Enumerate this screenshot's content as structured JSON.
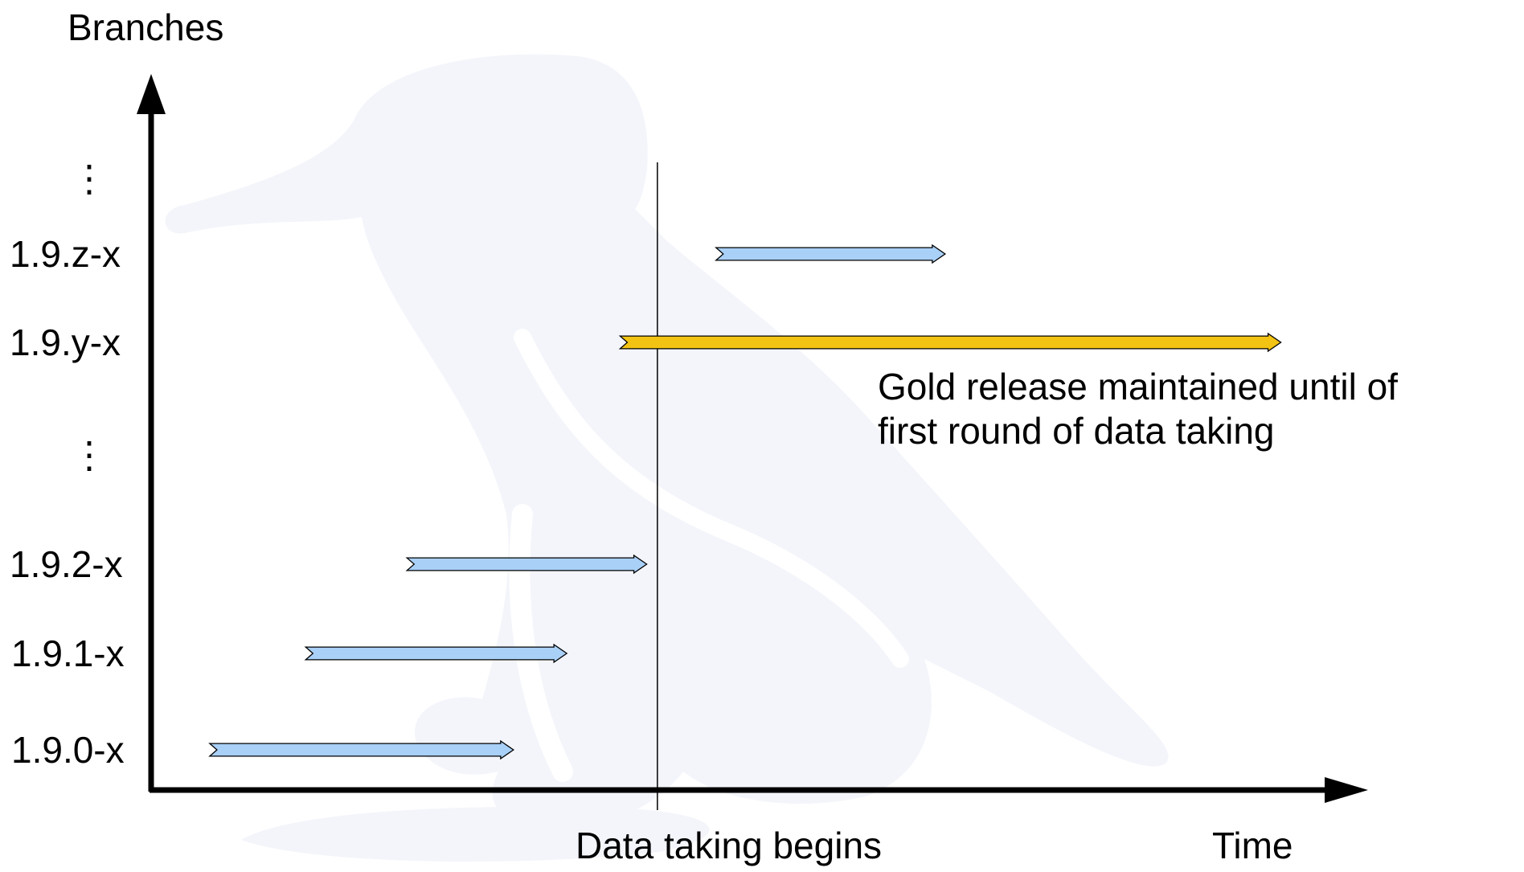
{
  "axis": {
    "y_title": "Branches",
    "x_title": "Time"
  },
  "branches": [
    {
      "label": "⋮",
      "is_ellipsis": true
    },
    {
      "label": "1.9.z-x",
      "start": 0.53,
      "end": 0.745,
      "kind": "regular"
    },
    {
      "label": "1.9.y-x",
      "start": 0.44,
      "end": 1.06,
      "kind": "gold"
    },
    {
      "label": "⋮",
      "is_ellipsis": true
    },
    {
      "label": "1.9.2-x",
      "start": 0.24,
      "end": 0.465,
      "kind": "regular"
    },
    {
      "label": "1.9.1-x",
      "start": 0.145,
      "end": 0.39,
      "kind": "regular"
    },
    {
      "label": "1.9.0-x",
      "start": 0.055,
      "end": 0.34,
      "kind": "regular"
    }
  ],
  "milestone": {
    "label": "Data taking begins",
    "position": 0.475
  },
  "annotation": {
    "line1": "Gold release maintained until of",
    "line2": "first round of data taking"
  },
  "colors": {
    "regular_arrow": "#a9d0f7",
    "gold_arrow": "#f2c313",
    "axis": "#000000",
    "watermark": "#f3f5fa"
  },
  "watermark_icon": "bird-silhouette-icon"
}
